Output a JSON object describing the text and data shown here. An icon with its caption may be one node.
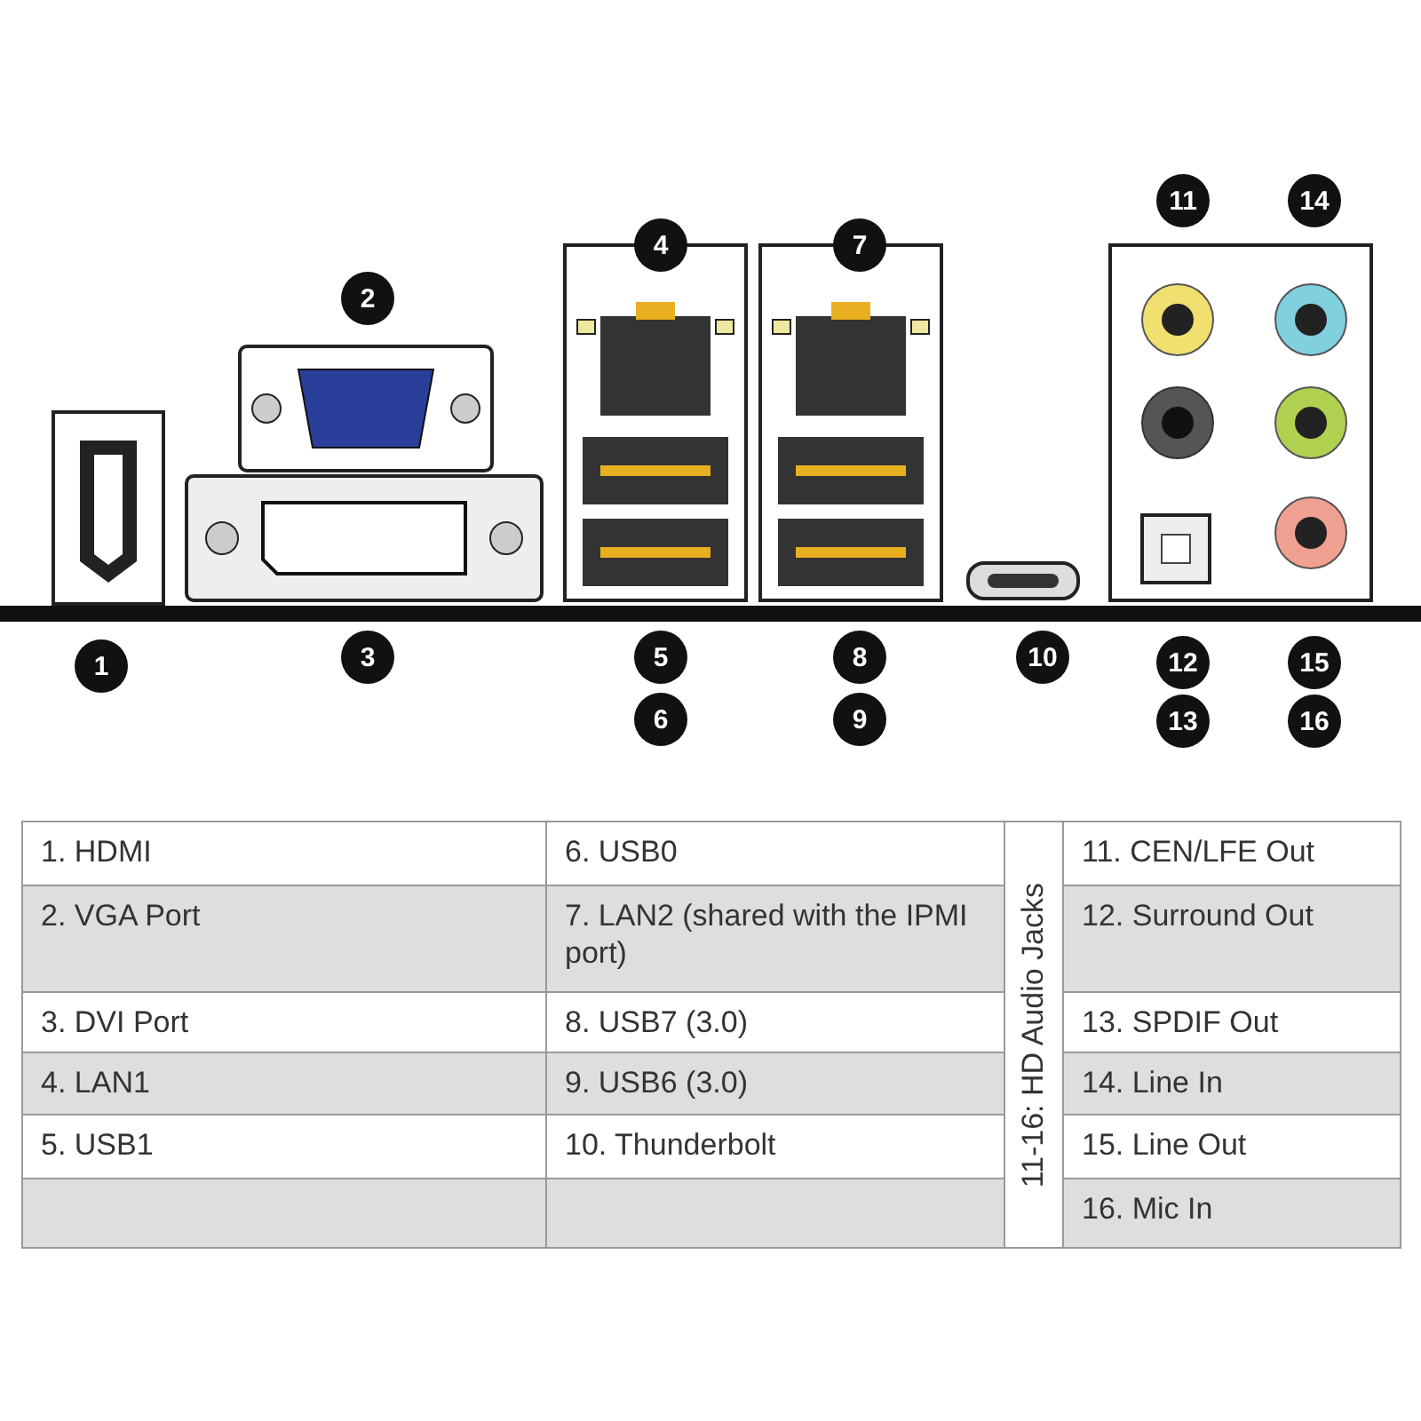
{
  "diagram": {
    "labels": [
      "11",
      "14",
      "4",
      "7",
      "2",
      "1",
      "3",
      "5",
      "8",
      "10",
      "12",
      "15",
      "6",
      "9",
      "13",
      "16",
      "1. HDMI",
      "6. USB0",
      "11-16: HD Audio Jacks",
      "11. CEN/LFE Out",
      "2. VGA Port",
      "7. LAN2 (shared with the IPMI port)",
      "12. Surround Out",
      "3. DVI Port",
      "8. USB7 (3.0)",
      "13. SPDIF Out",
      "4. LAN1",
      "9. USB6 (3.0)",
      "14. Line In",
      "5. USB1",
      "10. Thunderbolt",
      "15. Line Out",
      "16. Mic In"
    ]
  }
}
